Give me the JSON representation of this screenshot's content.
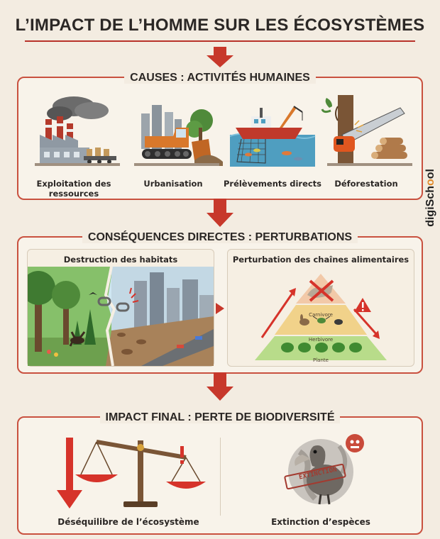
{
  "title": "L’IMPACT DE L’HOMME SUR LES ÉCOSYSTÈMES",
  "brand": {
    "prefix": "digiSch",
    "o": "o",
    "suffix": "ol"
  },
  "causes": {
    "heading": "CAUSES : ACTIVITÉS HUMAINES",
    "items": [
      {
        "label": "Exploitation des ressources",
        "icon": "factory-icon"
      },
      {
        "label": "Urbanisation",
        "icon": "bulldozer-icon"
      },
      {
        "label": "Prélèvements directs",
        "icon": "fishing-boat-icon"
      },
      {
        "label": "Déforestation",
        "icon": "chainsaw-icon"
      }
    ]
  },
  "consequences": {
    "heading": "CONSÉQUENCES DIRECTES : PERTURBATIONS",
    "habitat": {
      "title": "Destruction des habitats"
    },
    "food_chain": {
      "title": "Perturbation des chaînes alimentaires",
      "levels": [
        "Carnivore",
        "Herbivore",
        "Plante"
      ]
    }
  },
  "impact": {
    "heading": "IMPACT FINAL : PERTE DE BIODIVERSITÉ",
    "left_label": "Déséquilibre de l’écosystème",
    "right_label": "Extinction d’espèces",
    "stamp": "EXTINCTION"
  },
  "colors": {
    "accent": "#c9513f",
    "arrow": "#c7382b"
  }
}
